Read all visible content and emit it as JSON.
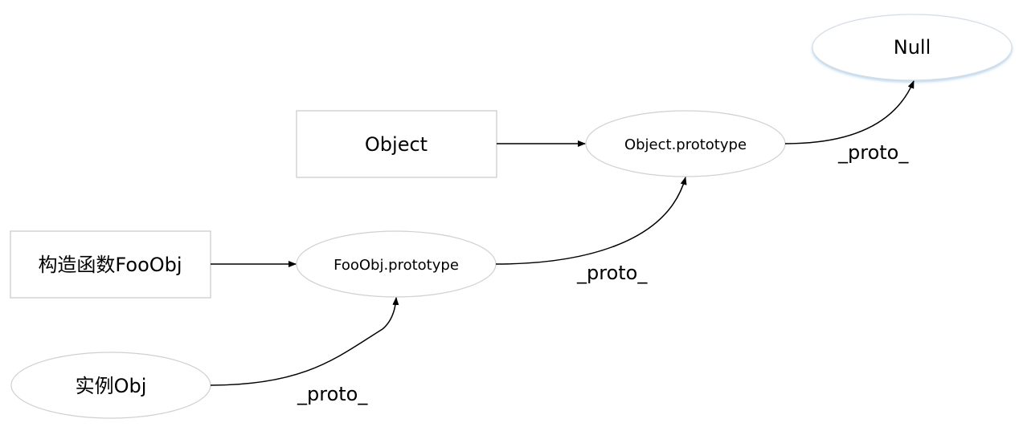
{
  "nodes": {
    "null": {
      "label": "Null"
    },
    "object": {
      "label": "Object"
    },
    "object_prototype": {
      "label": "Object.prototype"
    },
    "constructor": {
      "label": "构造函数FooObj"
    },
    "fooobj_prototype": {
      "label": "FooObj.prototype"
    },
    "instance": {
      "label": "实例Obj"
    }
  },
  "edges": {
    "object_proto_to_null": {
      "label": "_proto_"
    },
    "fooobj_proto_to_object_proto": {
      "label": "_proto_"
    },
    "instance_to_fooobj_proto": {
      "label": "_proto_"
    }
  },
  "colors": {
    "box_border": "#c8c8c8",
    "ellipse_border": "#d0d0d0",
    "null_border": "#9dc3e6",
    "arrow": "#000000"
  }
}
